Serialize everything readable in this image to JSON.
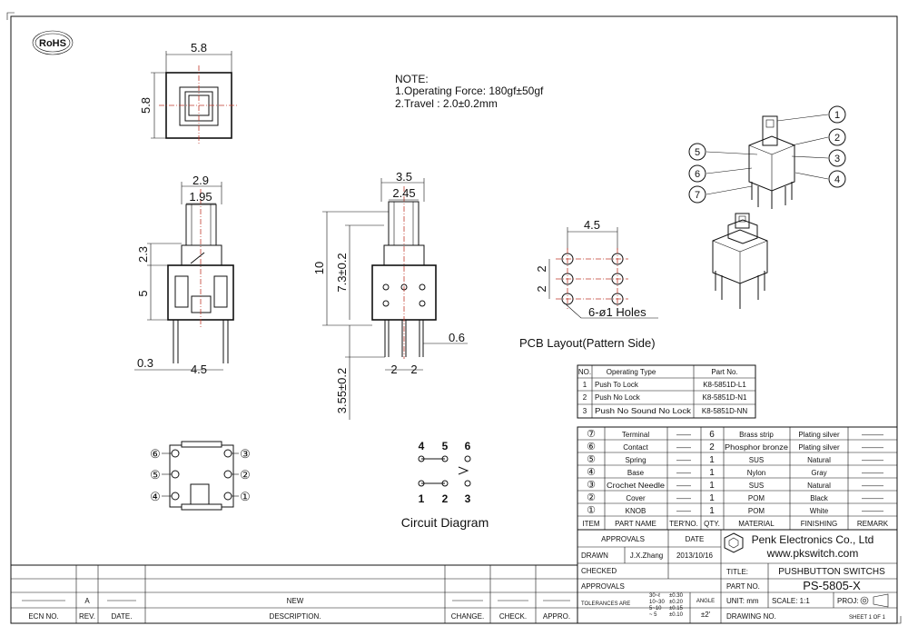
{
  "logo": {
    "rohs": "RoHS"
  },
  "notes": {
    "title": "NOTE:",
    "line1": "1.Operating Force: 180gf±50gf",
    "line2": "2.Travel : 2.0±0.2mm"
  },
  "dims": {
    "top_width": "5.8",
    "top_height": "5.8",
    "front_a": "2.9",
    "front_b": "1.95",
    "front_c": "2.3",
    "front_d": "5",
    "front_e": "0.3",
    "front_f": "4.5",
    "side_a": "3.5",
    "side_b": "2.45",
    "side_c": "10",
    "side_d": "7.3±0.2",
    "side_e": "0.6",
    "side_f": "2",
    "side_g": "2",
    "side_h": "3.55±0.2",
    "pcb_width": "4.5",
    "pcb_v1": "2",
    "pcb_v2": "2",
    "pcb_holes": "6-ø1  Holes"
  },
  "labels": {
    "pcb_layout": "PCB Layout(Pattern Side)",
    "circuit_diagram": "Circuit Diagram",
    "circuit_top": [
      "4",
      "5",
      "6"
    ],
    "circuit_bottom": [
      "1",
      "2",
      "3"
    ],
    "pin_left": [
      "⑥",
      "⑤",
      "④"
    ],
    "pin_right": [
      "③",
      "②",
      "①"
    ],
    "callouts": [
      "①",
      "②",
      "③",
      "④",
      "⑤",
      "⑥",
      "⑦"
    ]
  },
  "operating_table": {
    "headers": [
      "NO.",
      "Operating Type",
      "Part No."
    ],
    "rows": [
      [
        "1",
        "Push To Lock",
        "K8-5851D-L1"
      ],
      [
        "2",
        "Push No Lock",
        "K8-5851D-N1"
      ],
      [
        "3",
        "Push No Sound No Lock",
        "K8-5851D-NN"
      ]
    ]
  },
  "bom": {
    "headers": [
      "ITEM",
      "PART NAME",
      "TER'NO.",
      "QTY.",
      "MATERIAL",
      "FINISHING",
      "REMARK"
    ],
    "rows": [
      [
        "⑦",
        "Terminal",
        "——",
        "6",
        "Brass strip",
        "Plating silver",
        "———"
      ],
      [
        "⑥",
        "Contact",
        "——",
        "2",
        "Phosphor bronze",
        "Plating silver",
        "———"
      ],
      [
        "⑤",
        "Spring",
        "——",
        "1",
        "SUS",
        "Natural",
        "———"
      ],
      [
        "④",
        "Base",
        "——",
        "1",
        "Nylon",
        "Gray",
        "———"
      ],
      [
        "③",
        "Crochet Needle",
        "——",
        "1",
        "SUS",
        "Natural",
        "———"
      ],
      [
        "②",
        "Cover",
        "——",
        "1",
        "POM",
        "Black",
        "———"
      ],
      [
        "①",
        "KNOB",
        "——",
        "1",
        "POM",
        "White",
        "———"
      ]
    ]
  },
  "title_block": {
    "approvals": "APPROVALS",
    "date": "DATE",
    "drawn": "DRAWN",
    "drawn_by": "J.X.Zhang",
    "drawn_date": "2013/10/16",
    "checked": "CHECKED",
    "approvals2": "APPROVALS",
    "company": "Penk Electronics Co., Ltd",
    "website": "www.pkswitch.com",
    "title_label": "TITLE:",
    "title_value": "PUSHBUTTON SWITCHS",
    "part_no_label": "PART NO.",
    "part_no_value": "PS-5805-X",
    "tolerances": "TOLERANCES ARE",
    "tol_ranges": [
      "30~ℓ",
      "10~30",
      "5~10",
      "~ 5"
    ],
    "tol_values": [
      "±0.30",
      "±0.20",
      "±0.15",
      "±0.10"
    ],
    "angle": "ANGLE",
    "angle_value": "±2'",
    "unit": "UNIT:  mm",
    "scale": "SCALE:  1:1",
    "proj": "PROJ:",
    "drawing_no": "DRAWING NO.",
    "sheet": "SHEET   1  OF  1"
  },
  "revision": {
    "rev_value": "A",
    "new_label": "NEW",
    "ecn": "ECN NO.",
    "rev": "REV.",
    "date": "DATE.",
    "description": "DESCRIPTION.",
    "change": "CHANGE.",
    "check": "CHECK.",
    "appro": "APPRO."
  }
}
